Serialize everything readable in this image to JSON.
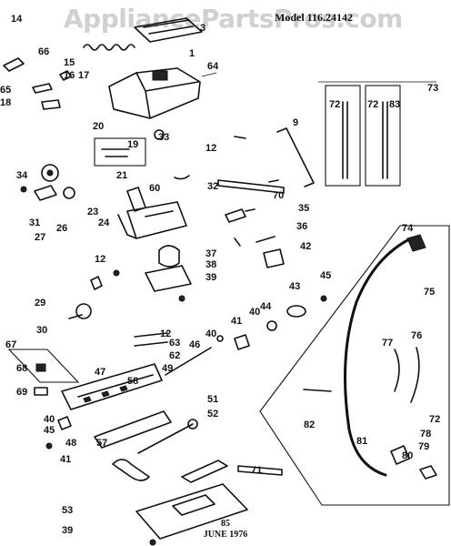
{
  "watermark": "AppliancePartsPros.com",
  "model": "Model 116.24142",
  "footer": {
    "code": "85",
    "date": "JUNE 1976"
  },
  "labels": [
    "14",
    "3",
    "66",
    "15",
    "1",
    "64",
    "16",
    "17",
    "65",
    "18",
    "20",
    "19",
    "33",
    "12",
    "9",
    "21",
    "34",
    "60",
    "32",
    "70",
    "31",
    "27",
    "26",
    "23",
    "24",
    "35",
    "36",
    "12",
    "37",
    "38",
    "42",
    "39",
    "29",
    "45",
    "44",
    "43",
    "40",
    "41",
    "40",
    "30",
    "63",
    "62",
    "49",
    "46",
    "12",
    "47",
    "58",
    "67",
    "68",
    "69",
    "40",
    "45",
    "48",
    "41",
    "57",
    "51",
    "52",
    "82",
    "81",
    "71",
    "53",
    "39",
    "73",
    "72",
    "72",
    "83",
    "74",
    "75",
    "77",
    "76",
    "72",
    "78",
    "79",
    "80"
  ]
}
